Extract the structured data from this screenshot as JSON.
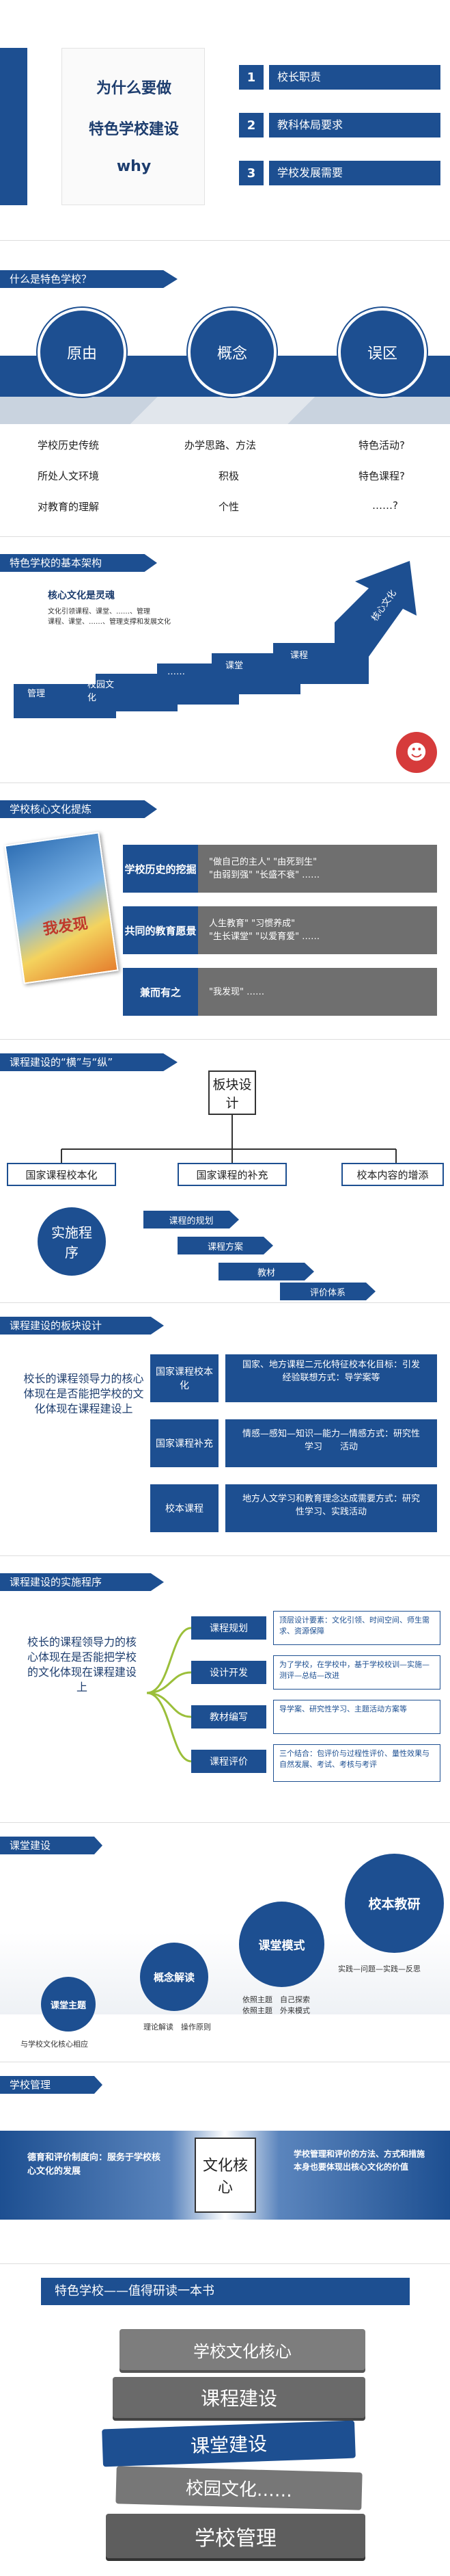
{
  "s1": {
    "title1": "为什么要做",
    "title2": "特色学校建设",
    "title3": "why",
    "items": [
      {
        "num": "1",
        "label": "校长职责"
      },
      {
        "num": "2",
        "label": "教科体局要求"
      },
      {
        "num": "3",
        "label": "学校发展需要"
      }
    ]
  },
  "s2": {
    "heading": "什么是特色学校？",
    "circles": [
      "原由",
      "概念",
      "误区"
    ],
    "col1": [
      "学校历史传统",
      "所处人文环境",
      "对教育的理解"
    ],
    "col2": [
      "办学思路、方法",
      "积极",
      "个性"
    ],
    "col3": [
      "特色活动?",
      "特色课程?",
      "……?"
    ]
  },
  "s3": {
    "heading": "特色学校的基本架构",
    "core": "核心文化是灵魂",
    "core_sub1": "文化引领课程、课堂、……、管理",
    "core_sub2": "课程、课堂、……、管理支撑和发展文化",
    "steps": [
      "管理",
      "校园文化",
      "……",
      "课堂",
      "课程",
      "核心文化"
    ]
  },
  "s4": {
    "heading": "学校核心文化提炼",
    "rows": [
      {
        "label": "学校历史的挖掘",
        "text": "\"做自己的主人\"  \"由死到生\"\n\"由弱到强\"  \"长盛不衰\" ……"
      },
      {
        "label": "共同的教育愿景",
        "text": "人生教育\"  \"习惯养成\"\n\"生长课堂\"  \"以爱育爱\" ……"
      },
      {
        "label": "兼而有之",
        "text": "\"我发现\" ……"
      }
    ],
    "book_title": "我发现"
  },
  "s5": {
    "heading": "课程建设的“横”与“纵”",
    "top": "板块设计",
    "branches": [
      "国家课程校本化",
      "国家课程的补充",
      "校本内容的增添"
    ],
    "impl": "实施程序",
    "steps": [
      "课程的规划",
      "课程方案",
      "教材",
      "评价体系"
    ]
  },
  "s6": {
    "heading": "课程建设的板块设计",
    "left": "校长的课程领导力的核心体现在是否能把学校的文化体现在课程建设上",
    "rows": [
      {
        "label": "国家课程校本化",
        "text": "国家、地方课程二元化特征校本化目标：引发经验联想方式：导学案等"
      },
      {
        "label": "国家课程补充",
        "text": "情感—感知—知识—能力—情感方式：研究性学习　　活动"
      },
      {
        "label": "校本课程",
        "text": "地方人文学习和教育理念达成需要方式：研究性学习、实践活动"
      }
    ]
  },
  "s7": {
    "heading": "课程建设的实施程序",
    "left": "校长的课程领导力的核心体现在是否能把学校的文化体现在课程建设上",
    "rows": [
      {
        "label": "课程规划",
        "text": "顶层设计要素：文化引领、时间空间、师生需求、资源保障"
      },
      {
        "label": "设计开发",
        "text": "为了学校，在学校中，基于学校校训—实施—测评—总结—改进"
      },
      {
        "label": "教材编写",
        "text": "导学案、研究性学习、主题活动方案等"
      },
      {
        "label": "课程评价",
        "text": "三个结合：包评价与过程性评价、量性效果与自然发展、考试、考核与考评"
      }
    ]
  },
  "s8": {
    "heading": "课堂建设",
    "circles": [
      {
        "label": "课堂主题",
        "sub": "与学校文化核心相应"
      },
      {
        "label": "概念解读",
        "sub": "理论解读　操作原则"
      },
      {
        "label": "课堂模式",
        "sub": "依照主题　自己探索\n依照主题　外来模式"
      },
      {
        "label": "校本教研",
        "sub": "实践—问题—实践—反思"
      }
    ]
  },
  "s9": {
    "heading": "学校管理",
    "left": "德育和评价制度向：服务于学校核心文化的发展",
    "center": "文化核心",
    "right": "学校管理和评价的方法、方式和措施本身也要体现出核心文化的价值"
  },
  "s10": {
    "heading": "特色学校——值得研读一本书",
    "books": [
      "学校文化核心",
      "课程建设",
      "课堂建设",
      "校园文化……",
      "学校管理"
    ]
  }
}
